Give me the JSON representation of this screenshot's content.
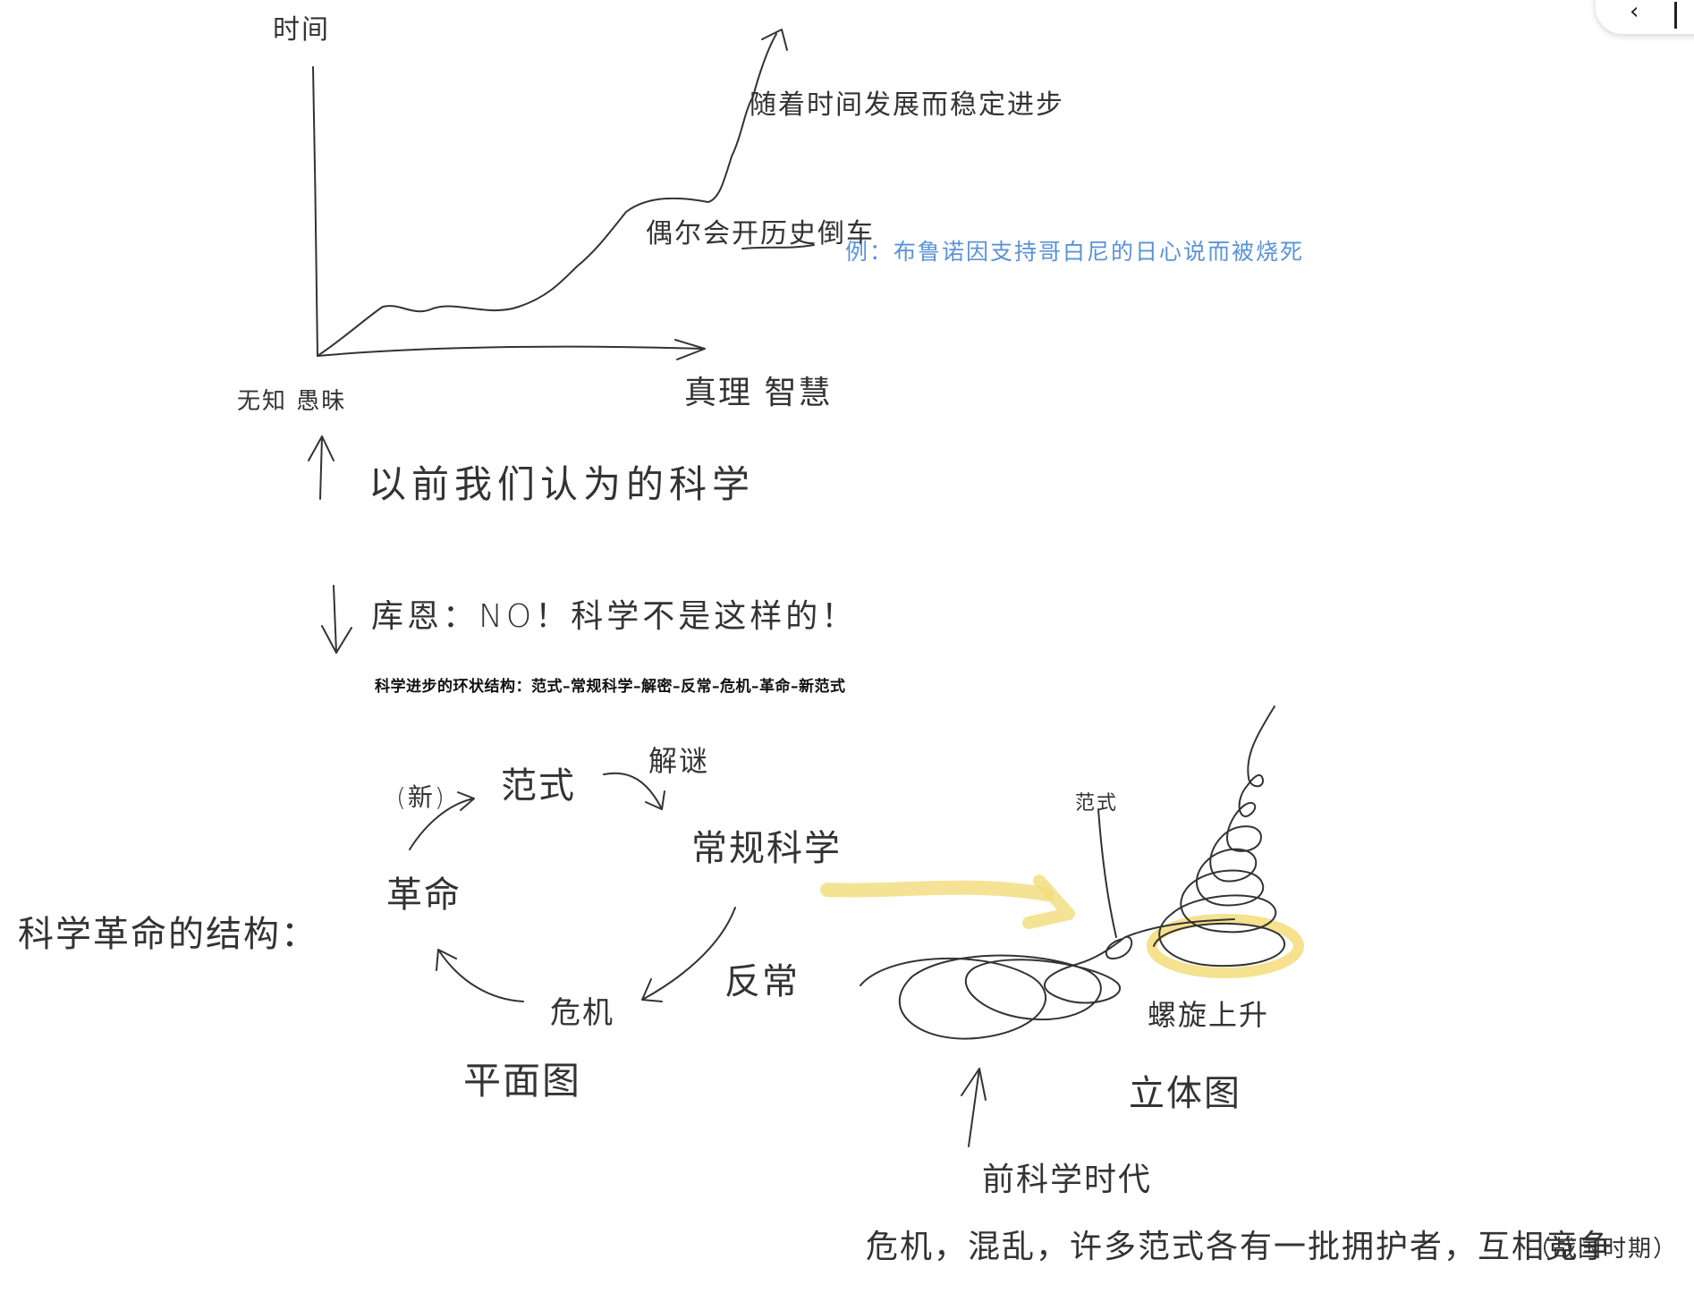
{
  "note": {
    "top_chart": {
      "y_axis_label": "时间",
      "origin_label": "无知 愚昧",
      "x_axis_label": "真理 智慧",
      "curve_annotation_top": "随着时间发展而稳定进步",
      "curve_annotation_mid": "偶尔会开历史倒车",
      "example_note": "例：布鲁诺因支持哥白尼的日心说而被烧死",
      "caption_up": "以前我们认为的科学"
    },
    "kuhn": {
      "statement": "库恩：NO！科学不是这样的！",
      "typed_heading": "科学进步的环状结构：范式–常规科学–解密–反常–危机–革命–新范式"
    },
    "cycle": {
      "section_label": "科学革命的结构：",
      "new_label": "(新)",
      "paradigm": "范式",
      "puzzle_solving": "解谜",
      "normal_science": "常规科学",
      "anomaly": "反常",
      "crisis": "危机",
      "revolution": "革命",
      "flat_view": "平面图"
    },
    "spiral": {
      "paradigm_label": "范式",
      "spiral_rise": "螺旋上升",
      "3d_view": "立体图",
      "pre_science": "前科学时代",
      "pre_science_desc": "危机，混乱，许多范式各有一批拥护者，互相竞争",
      "pre_science_paren": "（战国时期）"
    },
    "colors": {
      "ink": "#333333",
      "blue_ink": "#5a93d6",
      "highlighter": "#f3dc7a"
    }
  }
}
